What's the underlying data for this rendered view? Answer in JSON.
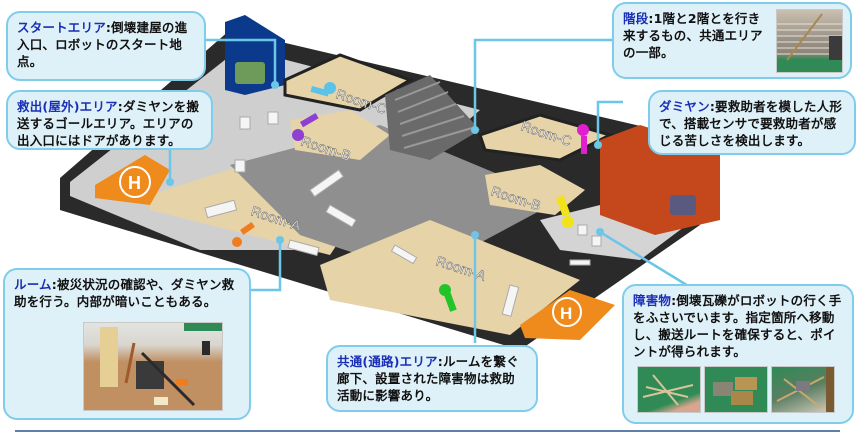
{
  "callouts": {
    "start_area": {
      "term": "スタートエリア",
      "sep": ":",
      "text": "倒壊建屋の進入口、ロボットのスタート地点。"
    },
    "rescue_area": {
      "term": "救出(屋外)エリア",
      "sep": ":",
      "text": "ダミヤンを搬送するゴールエリア。エリアの出入口にはドアがあります。"
    },
    "stairs": {
      "term": "階段",
      "sep": ":",
      "text": "1階と2階とを行き来するもの、共通エリアの一部。",
      "photo": "stairs-photo"
    },
    "dummy": {
      "term": "ダミヤン",
      "sep": ":",
      "text": "要救助者を模した人形で、搭載センサで要救助者が感じる苦しさを検出します。"
    },
    "room": {
      "term": "ルーム",
      "sep": ":",
      "text": "被災状況の確認や、ダミヤン救助を行う。内部が暗いこともある。",
      "photo": "room-interior-photo"
    },
    "corridor": {
      "term": "共通(通路)エリア",
      "sep": ":",
      "text": "ルームを繋ぐ廊下、設置された障害物は救助活動に影響あり。"
    },
    "obstacle": {
      "term": "障害物",
      "sep": ":",
      "text": "倒壊瓦礫がロボットの行く手をふさいでいます。指定箇所へ移動し、搬送ルートを確保すると、ポイントが得られます。",
      "photos": [
        "debris-sticks-photo",
        "blocks-photo",
        "rubble-photo"
      ]
    }
  },
  "arena": {
    "room_labels": [
      "Room-C",
      "Room-B",
      "Room-A",
      "Room-C",
      "Room-B",
      "Room-A"
    ],
    "helipad_glyph": "H",
    "colors": {
      "wall": "#2b2b2b",
      "room_floor": "#e6d3a8",
      "corridor_floor": "#8a8a8a",
      "light_floor": "#cfcfcf",
      "helipad": "#ef8a1c",
      "start_wall": "#0b3a8c",
      "exit_wall": "#c4481c",
      "callout_border": "#7fcdea",
      "callout_bg": "#dff1f8",
      "term_color": "#1a2fb5"
    },
    "dummies": [
      {
        "color": "#5bc2e8",
        "name": "dummy-blue"
      },
      {
        "color": "#8e3fd4",
        "name": "dummy-purple"
      },
      {
        "color": "#ef7d1f",
        "name": "dummy-orange"
      },
      {
        "color": "#e020d0",
        "name": "dummy-magenta"
      },
      {
        "color": "#f2e21a",
        "name": "dummy-yellow"
      },
      {
        "color": "#22c42a",
        "name": "dummy-green"
      }
    ]
  }
}
